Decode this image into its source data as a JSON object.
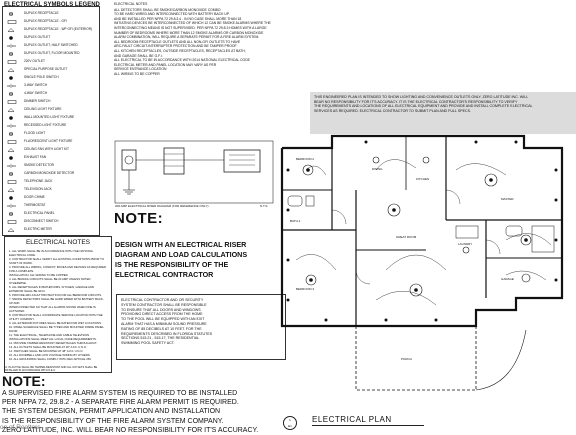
{
  "legend": {
    "title": "ELECTRICAL SYMBOLS LEGEND",
    "items": [
      {
        "icon": "duplex-outlet-icon",
        "label": "DUPLEX RECEPTACLE"
      },
      {
        "icon": "gfci-outlet-icon",
        "label": "DUPLEX RECEPTACLE - GFI"
      },
      {
        "icon": "wp-outlet-icon",
        "label": "DUPLEX RECEPTACLE - WP GFI (EXTERIOR)"
      },
      {
        "icon": "quad-outlet-icon",
        "label": "DUPLEX OUTLET"
      },
      {
        "icon": "split-outlet-icon",
        "label": "DUPLEX OUTLET, HALF SWITCHED"
      },
      {
        "icon": "floor-outlet-icon",
        "label": "DUPLEX OUTLET, FLOOR MOUNTED"
      },
      {
        "icon": "range-outlet-icon",
        "label": "220V OUTLET"
      },
      {
        "icon": "dryer-outlet-icon",
        "label": "SPECIAL PURPOSE OUTLET"
      },
      {
        "icon": "switch-icon",
        "label": "SINGLE POLE SWITCH"
      },
      {
        "icon": "3way-switch-icon",
        "label": "3-WAY SWITCH"
      },
      {
        "icon": "4way-switch-icon",
        "label": "4-WAY SWITCH"
      },
      {
        "icon": "dimmer-icon",
        "label": "DIMMER SWITCH"
      },
      {
        "icon": "ceiling-light-icon",
        "label": "CEILING LIGHT FIXTURE"
      },
      {
        "icon": "wall-light-icon",
        "label": "WALL MOUNTED LIGHT FIXTURE"
      },
      {
        "icon": "recessed-light-icon",
        "label": "RECESSED LIGHT FIXTURE"
      },
      {
        "icon": "flood-light-icon",
        "label": "FLOOD LIGHT"
      },
      {
        "icon": "fluorescent-icon",
        "label": "FLUORESCENT LIGHT FIXTURE"
      },
      {
        "icon": "ceiling-fan-icon",
        "label": "CEILING FAN WITH LIGHT KIT"
      },
      {
        "icon": "exhaust-fan-icon",
        "label": "EXHAUST FAN"
      },
      {
        "icon": "smoke-detector-icon",
        "label": "SMOKE DETECTOR"
      },
      {
        "icon": "co-detector-icon",
        "label": "CARBON MONOXIDE DETECTOR"
      },
      {
        "icon": "phone-jack-icon",
        "label": "TELEPHONE JACK"
      },
      {
        "icon": "tv-jack-icon",
        "label": "TELEVISION JACK"
      },
      {
        "icon": "doorbell-icon",
        "label": "DOOR CHIME"
      },
      {
        "icon": "thermostat-icon",
        "label": "THERMOSTAT"
      },
      {
        "icon": "panel-icon",
        "label": "ELECTRICAL PANEL"
      },
      {
        "icon": "disconnect-icon",
        "label": "DISCONNECT SWITCH"
      },
      {
        "icon": "meter-icon",
        "label": "ELECTRIC METER"
      }
    ]
  },
  "electrical_notes_top": {
    "title": "ELECTRICAL NOTES",
    "lines": [
      "ALL DETECTORS SHALL BE SMOKE/CARBON MONOXIDE COMBO",
      "TO BE HARD WIRED AND INTERCONNECTED WITH BATTERY BACK UP.",
      "AND BE INSTALLED PER NFPA 72 29.8.3.4 - IN NO CASE SHALL MORE THAN 18",
      "INITIATING DEVICES BE INTERCONNECTED OF WHICH 12 CAN BE SMOKE ALARMS WHERE THE",
      "INTERCONNECTING MEANS IS NOT SUPERVISED. PER NFPA 72 29.8.3 HOMES WITH A LARGE",
      "NUMBER OF BEDROOMS WHERE MORE THAN 12 SMOKE ALARMS OR CARBON MONOXIDE",
      "ALARM COMBINATION, WILL REQUIRE A SEPARATE PERMIT FOR A FIRE ALARM SYSTEM.",
      "ALL BEDROOM RECEPTACLE OUTLETS AND ALL NON-GFI OUTLETS TO HAVE",
      "ARC-FAULT CIRCUIT-INTERRUPTER PROTECTION AND BE TAMPER PROOF",
      "ALL KITCHEN RECEPTACLES, OUTSIDE RECEPTACLES, RECEPTACLES AT BATH,",
      "AND GARAGE SHALL BE G.F.I.",
      "ALL ELECTRICAL TO BE IN ACCORDANCE WITH 2014 NATIONAL ELECTRICAL CODE",
      "ELECTRICAL METER AND PANEL LOCATION MAY VARY AS PER",
      "SERVICE ENTRANCE LOCATION",
      "ALL WIRING TO BE COPPER"
    ]
  },
  "gray_note": {
    "lines": [
      "THIS ENGINEERED PLAN IS INTENDED TO SHOW LIGHTING AND CONVENIENCE OUTLETS ONLY. ZERO LATITUDE INC. WILL",
      "BEAR NO RESPONSIBILITY FOR IT'S ACCURACY. IT IS THE ELECTRICAL CONTRACTOR'S RESPONSIBILITY TO VERIFY",
      "THE REQUIREMENTS AND LOCATIONS OF ALL ELECTRICAL EQUIPMENT AND PROVIDE AND INSTALL COMPLETE ELECTRICAL",
      "SERVICES AS REQUIRED. ELECTRICAL CONTRACTOR TO SUBMIT PLAN AND FULL SPECS."
    ]
  },
  "riser": {
    "caption": "200 AMP ELECTRICAL RISER DIAGRAM (FOR REFERENCE ONLY)",
    "nts": "N.T.S."
  },
  "note_main": {
    "heading": "NOTE:",
    "lines": [
      "DESIGN WITH AN ELECTRICAL RISER",
      "DIAGRAM AND LOAD CALCULATIONS",
      "IS THE RESPONSIBILITY OF THE",
      "ELECTRICAL CONTRACTOR"
    ]
  },
  "security_note": {
    "lines": [
      "ELECTRICAL CONTRACTOR AND OR SECURITY",
      "SYSTEM CONTRACTOR SHALL BE RESPONSIBLE",
      "TO ENSURE THAT ALL DOORS AND WINDOWS",
      "PROVIDING DIRECT ACCESS FROM THE HOME",
      "TO THE POOL WILL BE EQUIPPED WITH AN EXIT",
      "ALARM THAT HAS A MINIMUM SOUND PRESSURE",
      "RATING OF 85 DECIBELS AT 10 FEET. FOR THE",
      "REQUIREMENTS DESCRIBED IN FLORIDA STATUTES",
      "SECTIONS 515.21 - 515.17, THE RESIDENTIAL",
      "SWIMMING POOL SAFETY ACT."
    ]
  },
  "electrical_notes_box": {
    "title": "ELECTRICAL NOTES",
    "lines": [
      "1. ALL WORK SHALL BE IN ACCORDANCE WITH THE NATIONAL ELECTRICAL CODE.",
      "2. CONTRACTOR SHALL VERIFY ALL EXISTING CONDITIONS PRIOR TO START OF WORK.",
      "3. PROVIDE ALL WIRING, CONDUIT, BOXES AND DEVICES AS REQUIRED FOR A COMPLETE",
      "   INSTALLATION. ALL WIRING TO BE COPPER.",
      "4. ALL BRANCH CIRCUITS SHALL BE 20 AMP UNLESS NOTED OTHERWISE.",
      "5. ALL RECEPTACLES IN BATHROOMS, KITCHEN, GARAGE AND EXTERIOR SHALL BE GFCI.",
      "6. PROVIDE ARC-FAULT PROTECTION FOR ALL BEDROOM CIRCUITS.",
      "7. SMOKE DETECTORS SHALL BE HARD WIRED WITH BATTERY BACK-UP AND",
      "   INTERCONNECTED SO THAT ALL ALARMS SOUND WHEN ONE IS ACTIVATED.",
      "8. CONTRACTOR SHALL COORDINATE SERVICE LOCATION WITH THE UTILITY COMPANY.",
      "9. ALL EXTERIOR FIXTURES SHALL BE RATED FOR WET LOCATIONS.",
      "10. PANEL SCHEDULE SHALL BE TYPED AND MOUNTED INSIDE PANEL DOOR.",
      "11. THE ELECTRICAL, TELEPHONE AND CABLE TELEVISION",
      "    INSTALLATIONS SHALL MEET ALL LOCAL CODE REQUIREMENTS.",
      "12. PROVIDE TAMPER-RESISTANT RECEPTACLES THROUGHOUT.",
      "13. ALL OUTLETS SHALL BE MOUNTED AT 18\" A.F.F. U.N.O.",
      "14. SWITCHES SHALL BE MOUNTED AT 48\" A.F.F. U.N.O.",
      "15. ALL DOORBELL AND LOW VOLTAGE WIRING BY OTHERS.",
      "16. ALL GROUNDING SHALL COMPLY WITH NEC ARTICLE 250."
    ],
    "footer": "16. IN ACTIVE SHALL BE TAMPER-RESISTANT AND ALL OUTLETS SHALL BE INSTALLED IN ACCORDANCE WITH N.E.C."
  },
  "fire_note": {
    "heading": "NOTE:",
    "lines": [
      "A SUPERVISED FIRE ALARM SYSTEM IS REQUIRED TO BE INSTALLED",
      "PER NFPA 72, 29.8.2 - A SEPARATE FIRE ALARM PERMIT IS REQUIRED.",
      "THE SYSTEM DESIGN, PERMIT APPLICATION AND INSTALLATION",
      "IS THE RESPONSIBILITY OF THE FIRE ALARM SYSTEM COMPANY.",
      "ZERO LATITUDE, INC. WILL BEAR NO RESPONSIBILITY FOR IT'S ACCURACY."
    ]
  },
  "plan": {
    "title": "ELECTRICAL PLAN",
    "sheet_number": "1",
    "sheet_ref": "E1",
    "room_labels": [
      "BEDROOM 2",
      "BATH 2",
      "KITCHEN",
      "GREAT ROOM",
      "MASTER",
      "BEDROOM 3",
      "LAUNDRY",
      "DINING",
      "GARAGE",
      "PORCH"
    ]
  },
  "watermark": "on of Realtors"
}
